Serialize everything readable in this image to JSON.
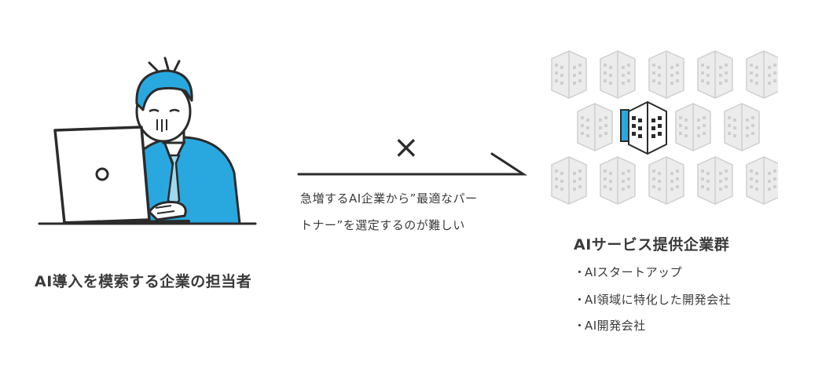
{
  "left": {
    "caption": "AI導入を模索する企業の担当者"
  },
  "center": {
    "cross_symbol": "×",
    "note_line1": "急増するAI企業から”最適なパー",
    "note_line2": "トナー”を選定するのが難しい"
  },
  "right": {
    "title": "AIサービス提供企業群",
    "bullet_marker": "・",
    "bullets": [
      "AIスタートアップ",
      "AI領域に特化した開発会社",
      "AI開発会社"
    ]
  },
  "colors": {
    "accent_blue": "#29a8e0",
    "line_dark": "#2b2b2b",
    "building_gray": "#d4d4d4"
  },
  "icons": {
    "person": "worried-businessman-at-laptop-icon",
    "buildings": "office-building-icon"
  }
}
